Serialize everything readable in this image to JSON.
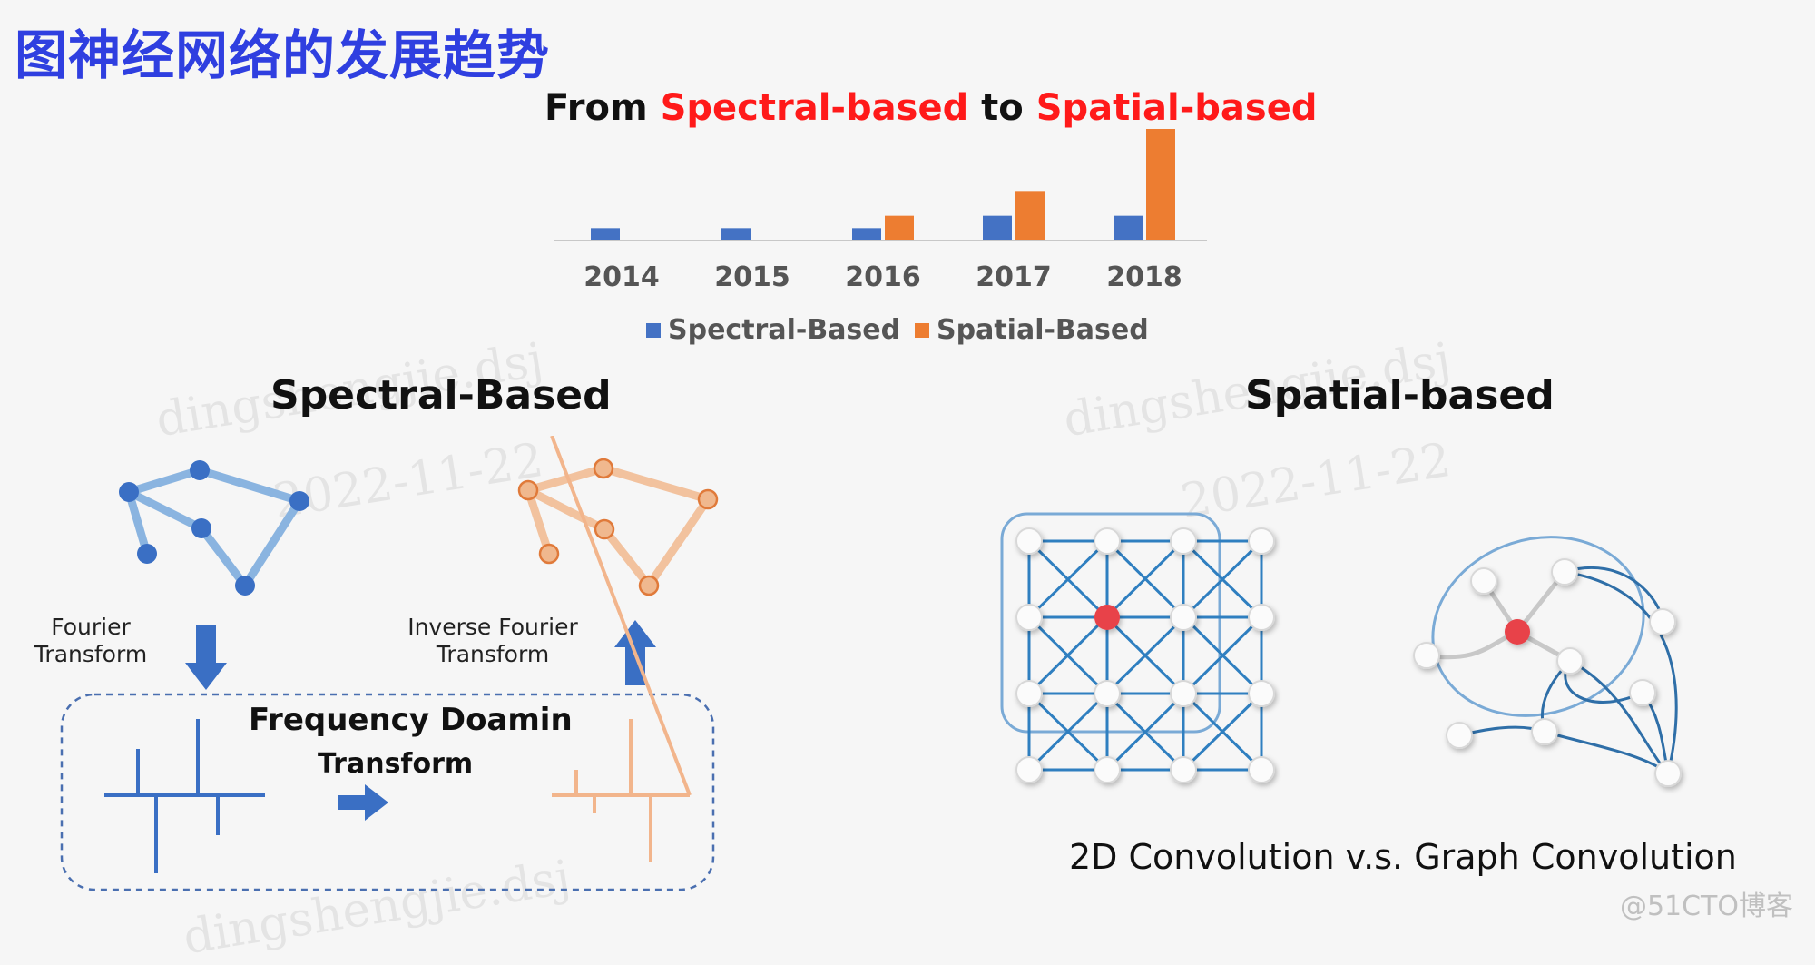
{
  "title": "图神经网络的发展趋势",
  "chart_title": {
    "prefix": "From",
    "spectral": "Spectral-based",
    "middle": "to",
    "spatial": "Spatial-based"
  },
  "chart_data": {
    "type": "bar",
    "categories": [
      "2014",
      "2015",
      "2016",
      "2017",
      "2018"
    ],
    "series": [
      {
        "name": "Spectral-Based",
        "values": [
          1,
          1,
          1,
          2,
          2
        ]
      },
      {
        "name": "Spatial-Based",
        "values": [
          0,
          0,
          2,
          4,
          9
        ]
      }
    ],
    "title": "",
    "xlabel": "",
    "ylabel": "",
    "ylim": [
      0,
      9
    ],
    "grid": false,
    "legend_position": "bottom",
    "colors": [
      "#4472c4",
      "#ed7d31"
    ]
  },
  "left_section": {
    "title": "Spectral-Based",
    "fourier_label": "Fourier\nTransform",
    "inverse_label": "Inverse Fourier\nTransform",
    "box_title": "Frequency Doamin",
    "box_subtitle": "Transform"
  },
  "right_section": {
    "title": "Spatial-based",
    "caption": "2D Convolution v.s. Graph Convolution"
  },
  "colors": {
    "title_blue": "#2f3fe0",
    "highlight_red": "#ff1a1a",
    "spectral_blue": "#4472c4",
    "spatial_orange": "#ed7d31",
    "node_blue": "#3a6fc4",
    "light_blue": "#8ab4e0",
    "light_orange": "#f2c29e",
    "grid_blue": "#2f7fc0",
    "center_red": "#e8424a"
  },
  "watermarks": [
    "dingshengjie.dsj",
    "2022-11-22"
  ],
  "logo_text": "@51CTO博客"
}
